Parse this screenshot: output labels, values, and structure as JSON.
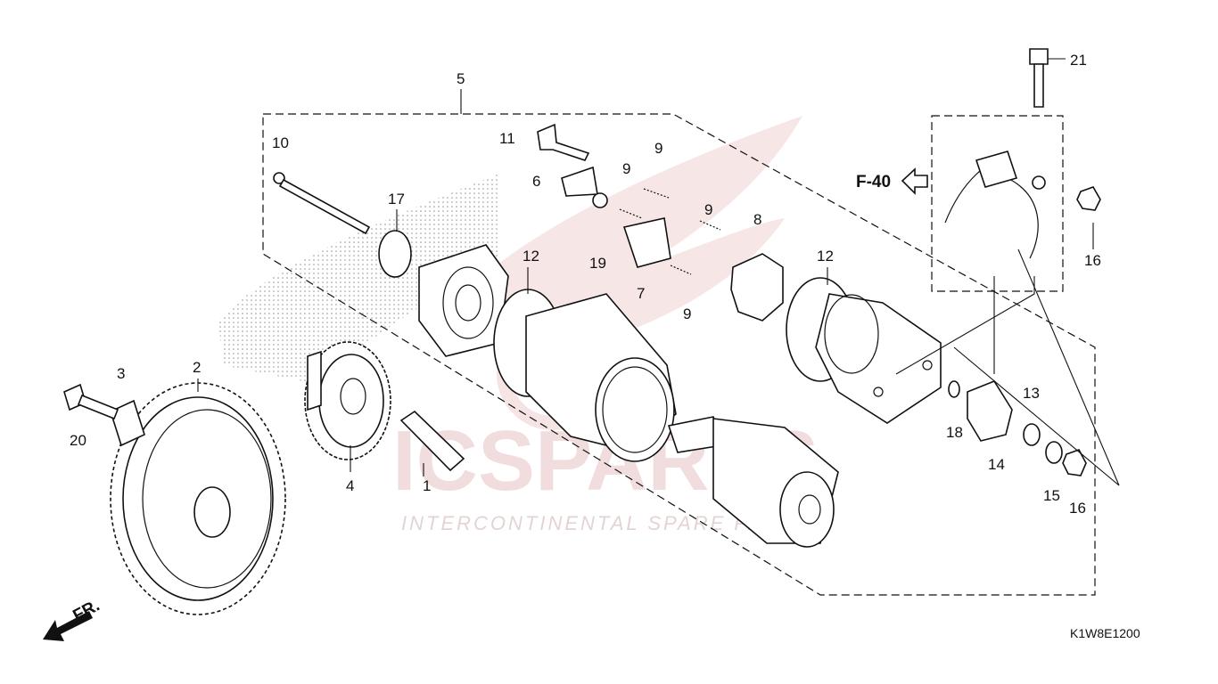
{
  "watermark": {
    "brand": "ICSPARTS",
    "tagline": "INTERCONTINENTAL SPARE PARTS"
  },
  "diagram_code": "K1W8E1200",
  "reference": {
    "label": "F-40"
  },
  "direction": {
    "label": "FR."
  },
  "callouts": [
    {
      "id": "1",
      "text": "1"
    },
    {
      "id": "2",
      "text": "2"
    },
    {
      "id": "3",
      "text": "3"
    },
    {
      "id": "4",
      "text": "4"
    },
    {
      "id": "5",
      "text": "5"
    },
    {
      "id": "6",
      "text": "6"
    },
    {
      "id": "7",
      "text": "7"
    },
    {
      "id": "8",
      "text": "8"
    },
    {
      "id": "9a",
      "text": "9"
    },
    {
      "id": "9b",
      "text": "9"
    },
    {
      "id": "9c",
      "text": "9"
    },
    {
      "id": "9d",
      "text": "9"
    },
    {
      "id": "10",
      "text": "10"
    },
    {
      "id": "11",
      "text": "11"
    },
    {
      "id": "12a",
      "text": "12"
    },
    {
      "id": "12b",
      "text": "12"
    },
    {
      "id": "13",
      "text": "13"
    },
    {
      "id": "14",
      "text": "14"
    },
    {
      "id": "15",
      "text": "15"
    },
    {
      "id": "16a",
      "text": "16"
    },
    {
      "id": "16b",
      "text": "16"
    },
    {
      "id": "17",
      "text": "17"
    },
    {
      "id": "18",
      "text": "18"
    },
    {
      "id": "19",
      "text": "19"
    },
    {
      "id": "20",
      "text": "20"
    },
    {
      "id": "21",
      "text": "21"
    }
  ]
}
